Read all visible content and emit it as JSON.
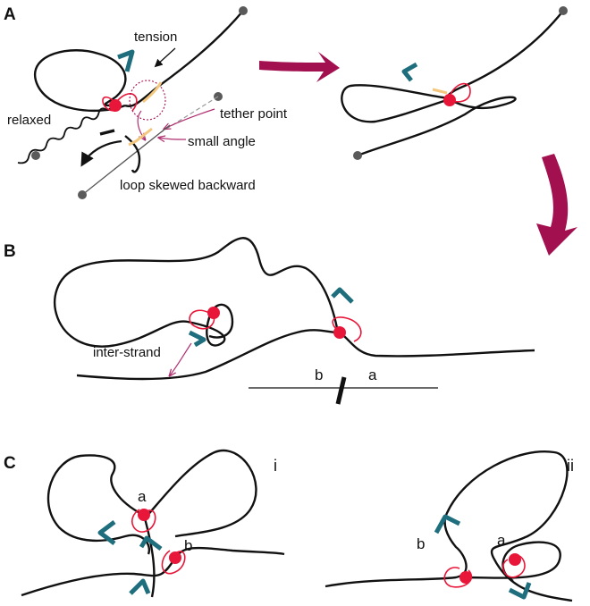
{
  "panels": {
    "a": "A",
    "b": "B",
    "c": "C"
  },
  "annotations": {
    "tension": "tension",
    "relaxed": "relaxed",
    "tether_point": "tether point",
    "small_angle": "small angle",
    "loop_skewed": "loop skewed backward",
    "inter_strand": "inter-strand"
  },
  "sites": {
    "b_left": "b",
    "b_right": "a",
    "ci_a": "a",
    "ci_b": "b",
    "cii_b": "b",
    "cii_a": "a"
  },
  "subpanels": {
    "i": "i",
    "ii": "ii"
  },
  "colors": {
    "strand": "#111111",
    "motor": "#e8173a",
    "ring": "#e8173a",
    "hook": "#1e6e7d",
    "arrow": "#a3104f",
    "accent": "#f4c77f",
    "anchor": "#5a5a5a",
    "guide": "#b03070"
  }
}
